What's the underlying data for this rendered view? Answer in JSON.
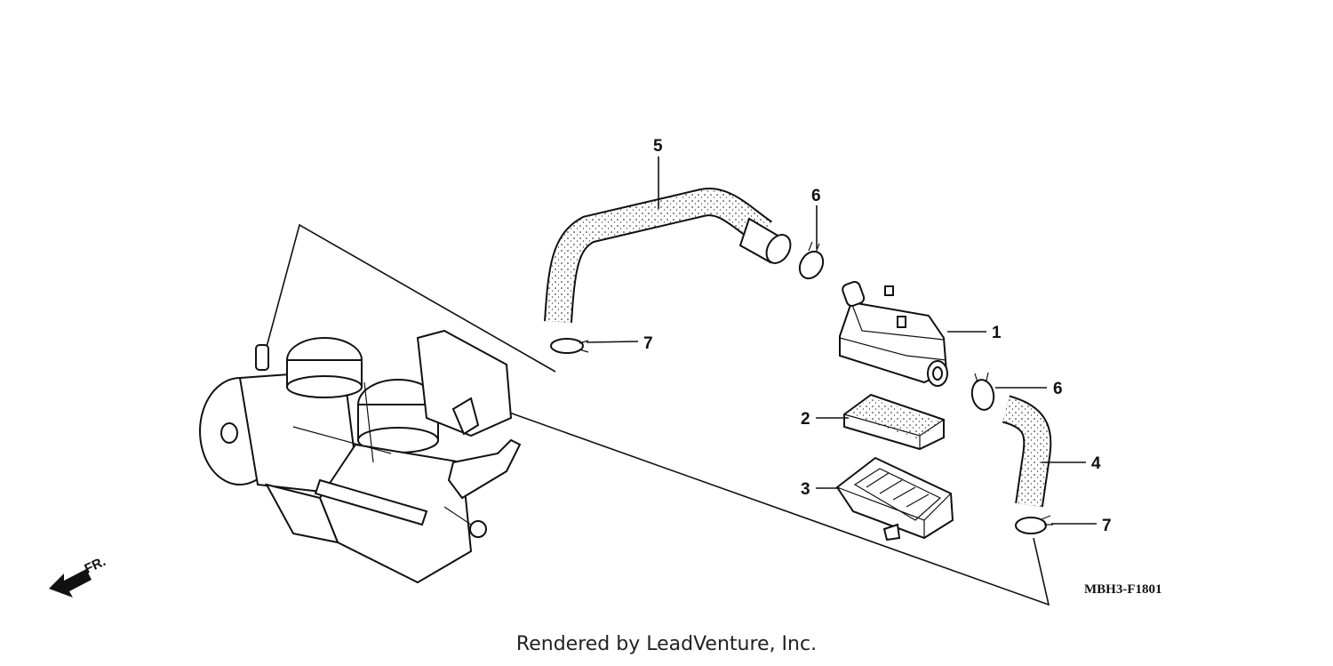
{
  "callouts": {
    "p1": "1",
    "p2": "2",
    "p3": "3",
    "p4": "4",
    "p5": "5",
    "p6a": "6",
    "p6b": "6",
    "p7a": "7",
    "p7b": "7"
  },
  "diagram_code": "MBH3-F1801",
  "direction_label": "FR.",
  "footer": "Rendered by LeadVenture, Inc."
}
